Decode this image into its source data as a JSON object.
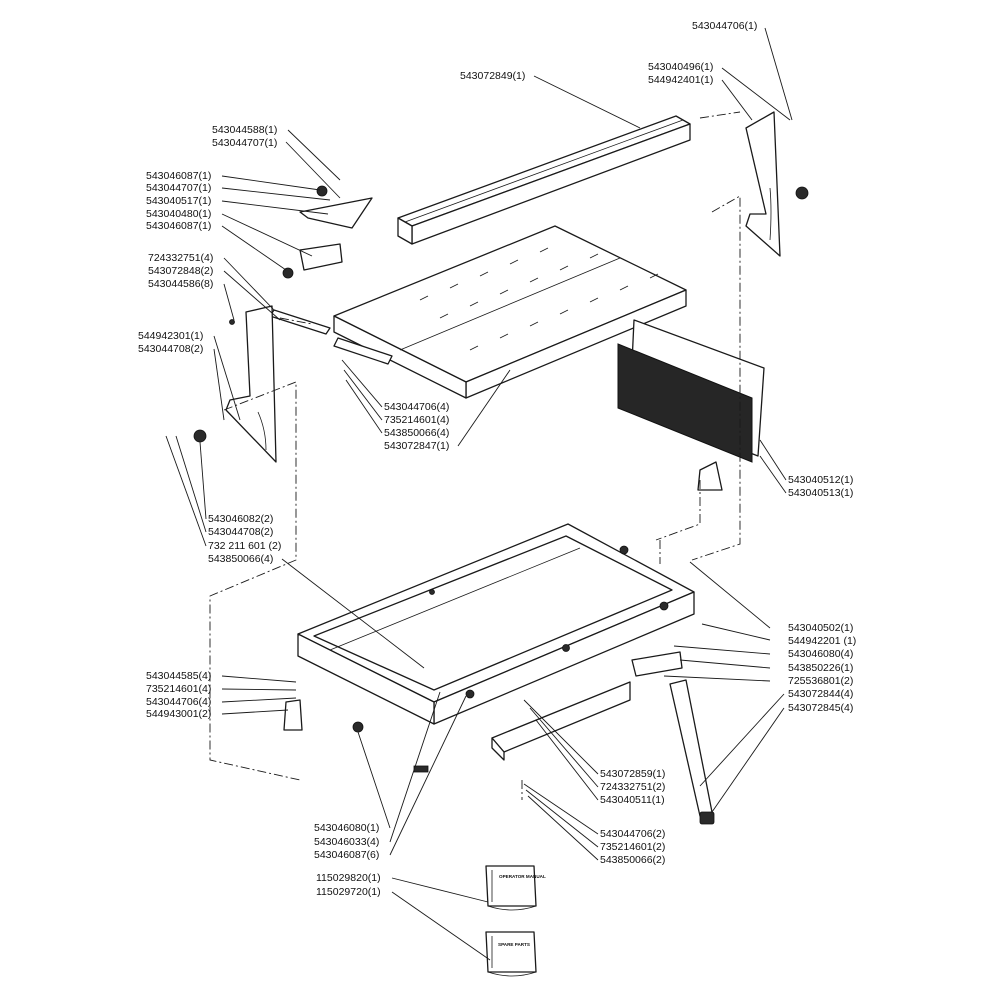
{
  "labels": {
    "top_rail": "543072849(1)",
    "right_support_top": "543044706(1)",
    "right_support_a": "543040496(1)",
    "right_support_b": "544942401(1)",
    "clamp_a": "543044588(1)",
    "clamp_b": "543044707(1)",
    "clamp_c": "543046087(1)",
    "clamp_d": "543044707(1)",
    "clamp_e": "543040517(1)",
    "clamp_f": "543040480(1)",
    "clamp_g": "543046087(1)",
    "slide_a": "724332751(4)",
    "slide_b": "543072848(2)",
    "slide_c": "543044586(8)",
    "left_support_a": "544942301(1)",
    "left_support_b": "543044708(2)",
    "table_a": "543044706(4)",
    "table_b": "735214601(4)",
    "table_c": "543850066(4)",
    "table_d": "543072847(1)",
    "guard_a": "543040512(1)",
    "guard_b": "543040513(1)",
    "knob_a": "543046082(2)",
    "knob_b": "543044708(2)",
    "knob_c": "732 211 601 (2)",
    "knob_d": "543850066(4)",
    "base_r1": "543040502(1)",
    "base_r2": "544942201   (1)",
    "base_r3": "543046080(4)",
    "base_r4": "543850226(1)",
    "base_r5": "725536801(2)",
    "base_r6": "543072844(4)",
    "base_r7": "543072845(4)",
    "base_l1": "543044585(4)",
    "base_l2": "735214601(4)",
    "base_l3": "543044706(4)",
    "base_l4": "544943001(2)",
    "tray_a": "543072859(1)",
    "tray_b": "724332751(2)",
    "tray_c": "543040511(1)",
    "tray_d": "543044706(2)",
    "tray_e": "735214601(2)",
    "tray_f": "543850066(2)",
    "foot_a": "543046080(1)",
    "foot_b": "543046033(4)",
    "foot_c": "543046087(6)",
    "manual_a": "115029820(1)",
    "manual_b": "115029720(1)"
  },
  "books": {
    "operator": "OPERATOR MANUAL",
    "spare": "SPARE PARTS"
  }
}
